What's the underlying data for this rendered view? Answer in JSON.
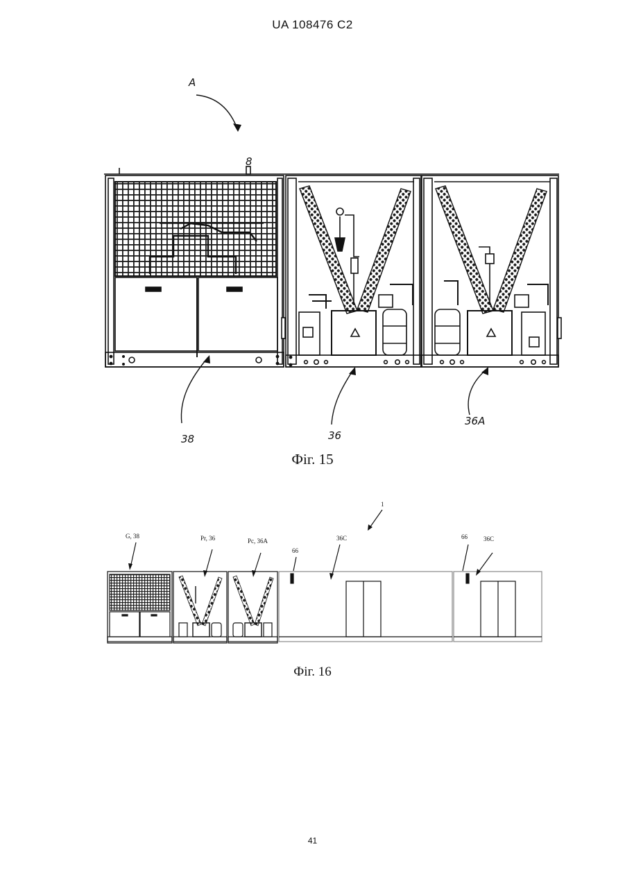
{
  "header": "UA   108476   C2",
  "page_number": "41",
  "figure15": {
    "caption": "Фіг. 15",
    "labels": {
      "view": "A",
      "mark": "8",
      "module_g": "38",
      "module_pr": "36",
      "module_pc": "36A"
    }
  },
  "figure16": {
    "caption": "Фіг. 16",
    "labels": {
      "unit": "1",
      "g": "G, 38",
      "pr": "Pr, 36",
      "pc": "Pc, 36A",
      "sensor_a": "66",
      "c_a": "36C",
      "sensor_b": "66",
      "c_b": "36C"
    }
  },
  "colors": {
    "ink": "#111111",
    "paper": "#ffffff",
    "mesh": "#1a1a1a"
  }
}
